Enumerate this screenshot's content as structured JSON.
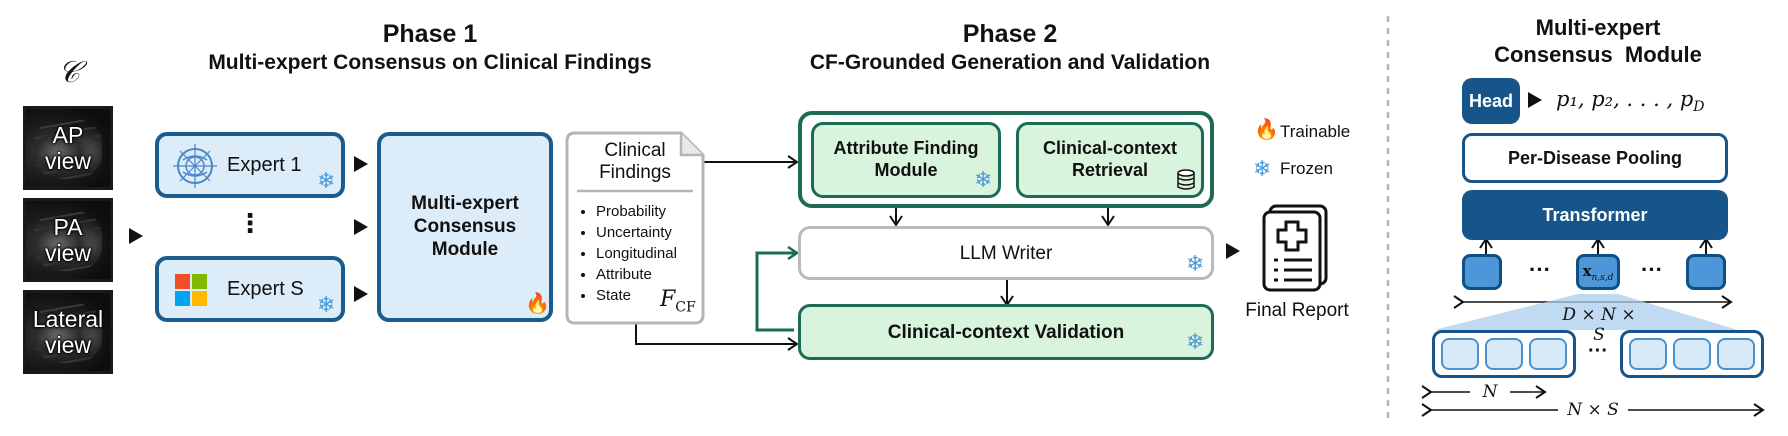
{
  "input": {
    "symbol": "𝒞",
    "views": [
      {
        "label_line1": "AP",
        "label_line2": "view"
      },
      {
        "label_line1": "PA",
        "label_line2": "view"
      },
      {
        "label_line1": "Lateral",
        "label_line2": "view"
      }
    ]
  },
  "phase1": {
    "title": "Phase 1",
    "subtitle": "Multi-expert Consensus on Clinical Findings",
    "experts": [
      {
        "label": "Expert 1",
        "icon": "globe-network-icon"
      },
      {
        "label": "Expert S",
        "icon": "windows-logo-icon"
      }
    ],
    "ellipsis": "⋮",
    "consensus_label_line1": "Multi-expert",
    "consensus_label_line2": "Consensus",
    "consensus_label_line3": "Module",
    "findings": {
      "title_line1": "Clinical",
      "title_line2": "Findings",
      "items": [
        "Probability",
        "Uncertainty",
        "Longitudinal",
        "Attribute",
        "State"
      ],
      "symbol": "F",
      "symbol_sub": "CF"
    }
  },
  "phase2": {
    "title": "Phase 2",
    "subtitle": "CF-Grounded Generation and Validation",
    "attribute_module_line1": "Attribute Finding",
    "attribute_module_line2": "Module",
    "retrieval_line1": "Clinical-context",
    "retrieval_line2": "Retrieval",
    "llm_writer": "LLM Writer",
    "validation": "Clinical-context Validation",
    "final_report": "Final Report"
  },
  "legend": {
    "trainable": "Trainable",
    "frozen": "Frozen"
  },
  "module_detail": {
    "title_line1": "Multi-expert",
    "title_line2": "Consensus  Module",
    "head": "Head",
    "outputs": "p₁, p₂, . . . , p",
    "outputs_sub": "D",
    "pooling": "Per-Disease Pooling",
    "transformer": "Transformer",
    "token_label": "x",
    "token_sub": "n,s,d",
    "dots": "···",
    "dim_total": "D × N × S",
    "dim_n": "N",
    "dim_ns": "N × S"
  },
  "colors": {
    "blue_border": "#1a5c8e",
    "blue_fill": "#dcecf9",
    "green_border": "#1d6b55",
    "green_fill": "#d8f4dc",
    "frozen_icon": "#4a9ad8",
    "trainable_icon": "#f07a1a"
  }
}
